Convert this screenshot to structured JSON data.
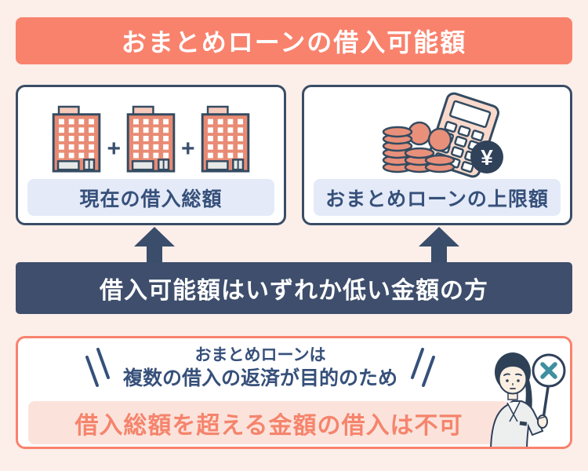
{
  "colors": {
    "background": "#FCEEE9",
    "salmon_accent": "#F9826D",
    "navy_banner": "#3E4E6C",
    "navy_text": "#36507A",
    "outline_navy": "#334B61",
    "card_bg": "#FFFFFF",
    "label_bg": "#E4EAF8",
    "highlight_bg": "#FBE3DC",
    "highlight_text": "#F5846C",
    "building_body": "#E98B74",
    "building_roof": "#F6C9BB",
    "coin": "#E9907B",
    "calculator_body": "#F8D9CC",
    "x_mark_teal": "#3E8FA0"
  },
  "title": {
    "text": "おまとめローンの借入可能額"
  },
  "cards": {
    "left": {
      "label": "現在の借入総額",
      "plus": "+",
      "icon": "office-building-icon"
    },
    "right": {
      "label": "おまとめローンの上限額",
      "icon": "calculator-coins-icon",
      "yen": "¥"
    }
  },
  "rule_banner": {
    "text": "借入可能額はいずれか低い金額の方"
  },
  "note": {
    "line1": "おまとめローンは",
    "line2": "複数の借入の返済が目的のため",
    "highlight": "借入総額を超える金額の借入は不可",
    "illustration": "woman-holding-x-sign"
  }
}
